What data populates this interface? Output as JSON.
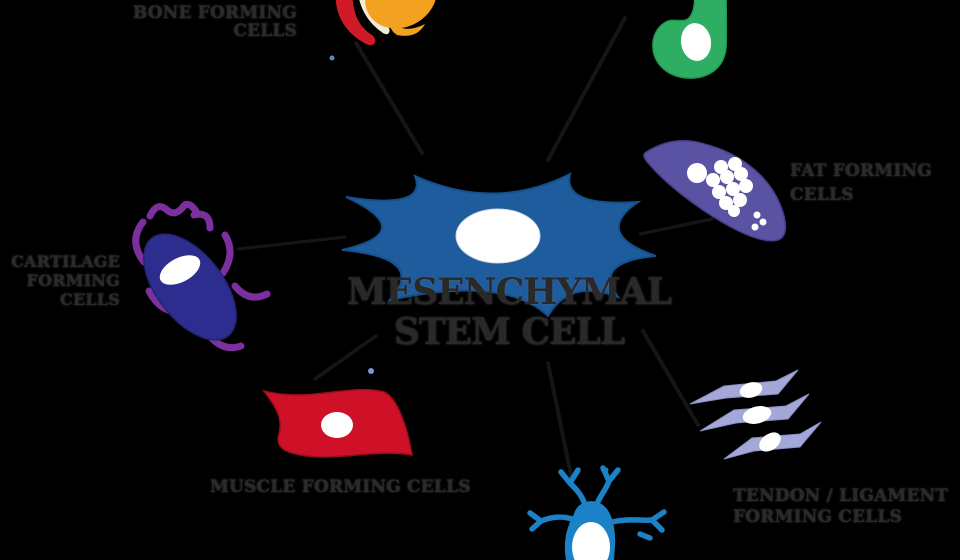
{
  "colors": {
    "background": "#000000",
    "connector": "#151515",
    "label_text": "#2b2b2b",
    "nucleus_white": "#ffffff",
    "mesenchymal_blue": "#1f5c9e",
    "bone_orange": "#f3a120",
    "bone_red": "#d01b26",
    "bone_cream": "#f2ecd4",
    "green_cell": "#2eae63",
    "fat_purple": "#5a52a3",
    "cartilage_navy": "#2c2d8e",
    "cartilage_matrix": "#7c2f9e",
    "muscle_red": "#ce1126",
    "tendon_lavender": "#a3a8d8",
    "neuron_blue": "#1b82c8"
  },
  "center": {
    "line1": "MESENCHYMAL",
    "line2": "STEM CELL"
  },
  "labels": {
    "bone": {
      "line1": "BONE FORMING",
      "line2": "CELLS"
    },
    "fat": {
      "line1": "FAT FORMING",
      "line2": "CELLS"
    },
    "cartilage": {
      "line1": "CARTILAGE",
      "line2": "FORMING",
      "line3": "CELLS"
    },
    "muscle": {
      "line1": "MUSCLE FORMING CELLS"
    },
    "tendon": {
      "line1": "TENDON / LIGAMENT",
      "line2": "FORMING CELLS"
    }
  }
}
